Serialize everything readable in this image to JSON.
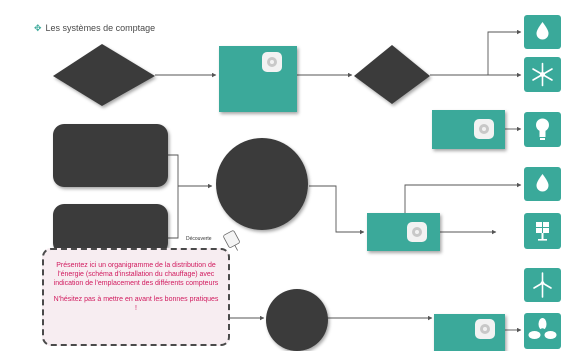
{
  "title": "Les systèmes de comptage",
  "note": {
    "paragraph_1": "Présentez ici un organigramme de la distribution de l'énergie (schéma d'installation du chauffage) avec indication de l'emplacement des différents compteurs",
    "paragraph_2": "N'hésitez pas à mettre en avant les bonnes pratiques !",
    "tag": "Découverte"
  },
  "icons": [
    "water-drop",
    "snowflake",
    "light-bulb",
    "water-drop",
    "solar-panel",
    "wind-turbine",
    "fan"
  ],
  "colors": {
    "teal": "#3aa99a",
    "dark_shape": "#3a3a3a",
    "note_text": "#d11a5e",
    "note_fill": "#f7edf1"
  }
}
